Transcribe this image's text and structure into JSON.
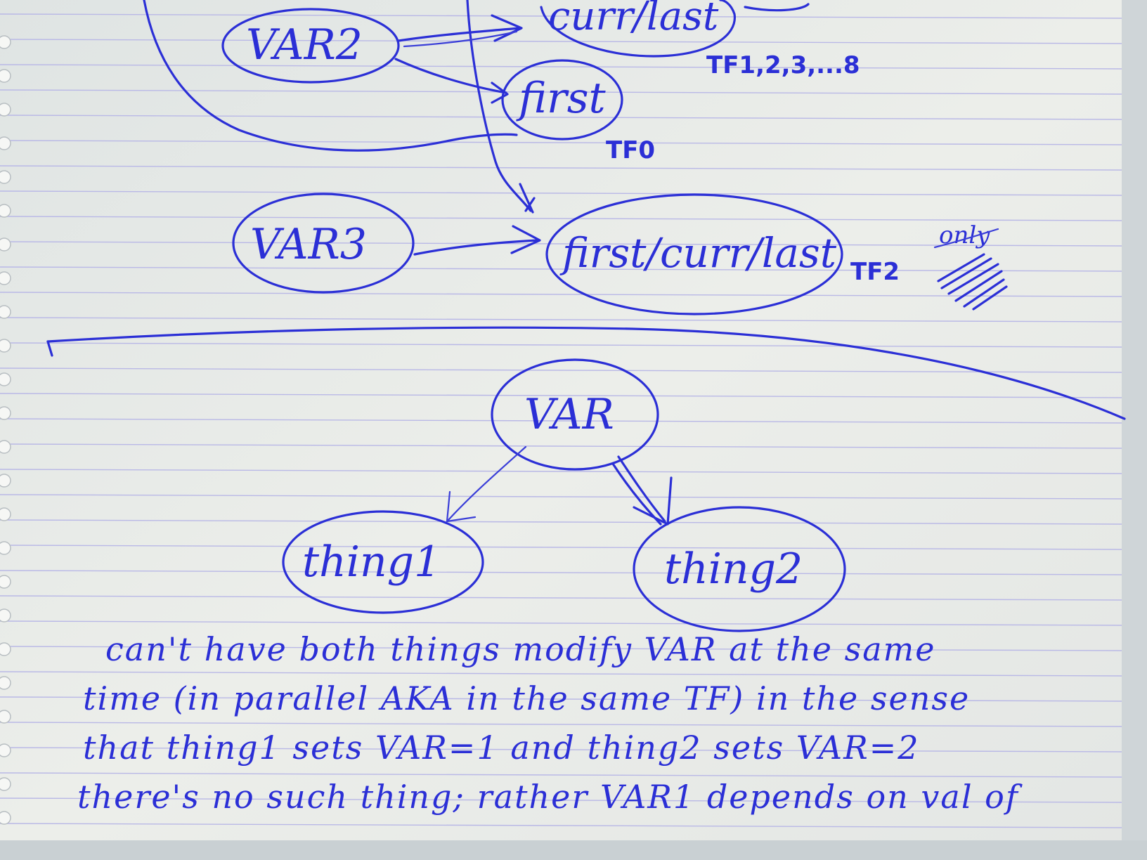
{
  "diagram": {
    "nodes": {
      "var2": "VAR2",
      "curr_last": "curr/last",
      "first": "first",
      "var3": "VAR3",
      "first_curr_last": "first/curr/last",
      "var": "VAR",
      "thing1": "thing1",
      "thing2": "thing2"
    },
    "annotations": {
      "tf_range": "TF1,2,3,...8",
      "tf0": "TF0",
      "tf2": "TF2",
      "only": "only"
    }
  },
  "note": {
    "lines": [
      "can't have both things modify VAR at the same",
      "time (in parallel AKA in the same TF) in the sense",
      "that thing1 sets VAR=1 and thing2 sets VAR=2",
      "there's no such thing; rather VAR1 depends on val of"
    ]
  },
  "colors": {
    "ink": "#2b2fd6",
    "paper": "#e9ecea",
    "rule": "#b9b8e6"
  }
}
